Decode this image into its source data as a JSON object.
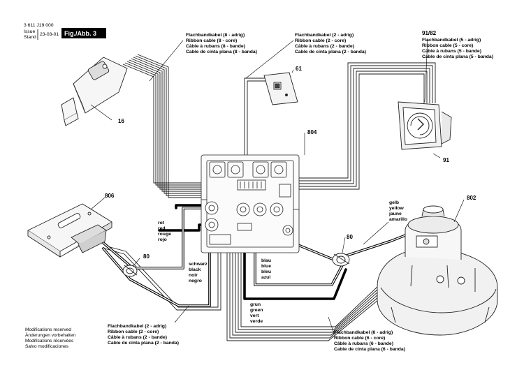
{
  "header": {
    "part_number": "3 611 J19 000",
    "issue_label": "Issue",
    "stand_label": "Stand",
    "date": "23-03-01",
    "figure": "Fig./Abb. 3"
  },
  "footer_note": [
    "Modifications reserved",
    "Änderungen vorbehalten",
    "Modifications réservées",
    "Salvo modificaciones"
  ],
  "callouts": {
    "c16": "16",
    "c61": "61",
    "c91": "91",
    "c9182": "91/82",
    "c804": "804",
    "c806": "806",
    "c802": "802",
    "c80a": "80",
    "c80b": "80"
  },
  "labels": {
    "ribbon8": [
      "Flachbandkabel (8 - adrig)",
      "Ribbon cable (8 - core)",
      "Câble à rubans (8 - bande)",
      "Cable de cinta plana (8 - banda)"
    ],
    "ribbon2_top": [
      "Flachbandkabel (2 - adrig)",
      "Ribbon cable (2 - core)",
      "Câble à rubans (2 - bande)",
      "Cable de cinta plana (2 - banda)"
    ],
    "ribbon5": [
      "Flachbandkabel (5 - adrig)",
      "Ribbon cable (5 - core)",
      "Câble à rubans (5 - bande)",
      "Cable de cinta plana (5 - banda)"
    ],
    "ribbon2_bottom": [
      "Flachbandkabel (2 - adrig)",
      "Ribbon cable (2 - core)",
      "Câble à rubans (2 - bande)",
      "Cable de cinta plana (2 - banda)"
    ],
    "ribbon6": [
      "Flachbandkabel (6 - adrig)",
      "Ribbon cable (6 - core)",
      "Câble à rubans (6 - bande)",
      "Cable de cinta plana (6 - banda)"
    ],
    "red": [
      "rot",
      "red",
      "rouge",
      "rojo"
    ],
    "black": [
      "schwarz",
      "black",
      "noir",
      "negro"
    ],
    "blue": [
      "blau",
      "blue",
      "bleu",
      "azul"
    ],
    "green": [
      "grun",
      "green",
      "vert",
      "verde"
    ],
    "yellow": [
      "gelb",
      "yellow",
      "jaune",
      "amarillo"
    ]
  }
}
